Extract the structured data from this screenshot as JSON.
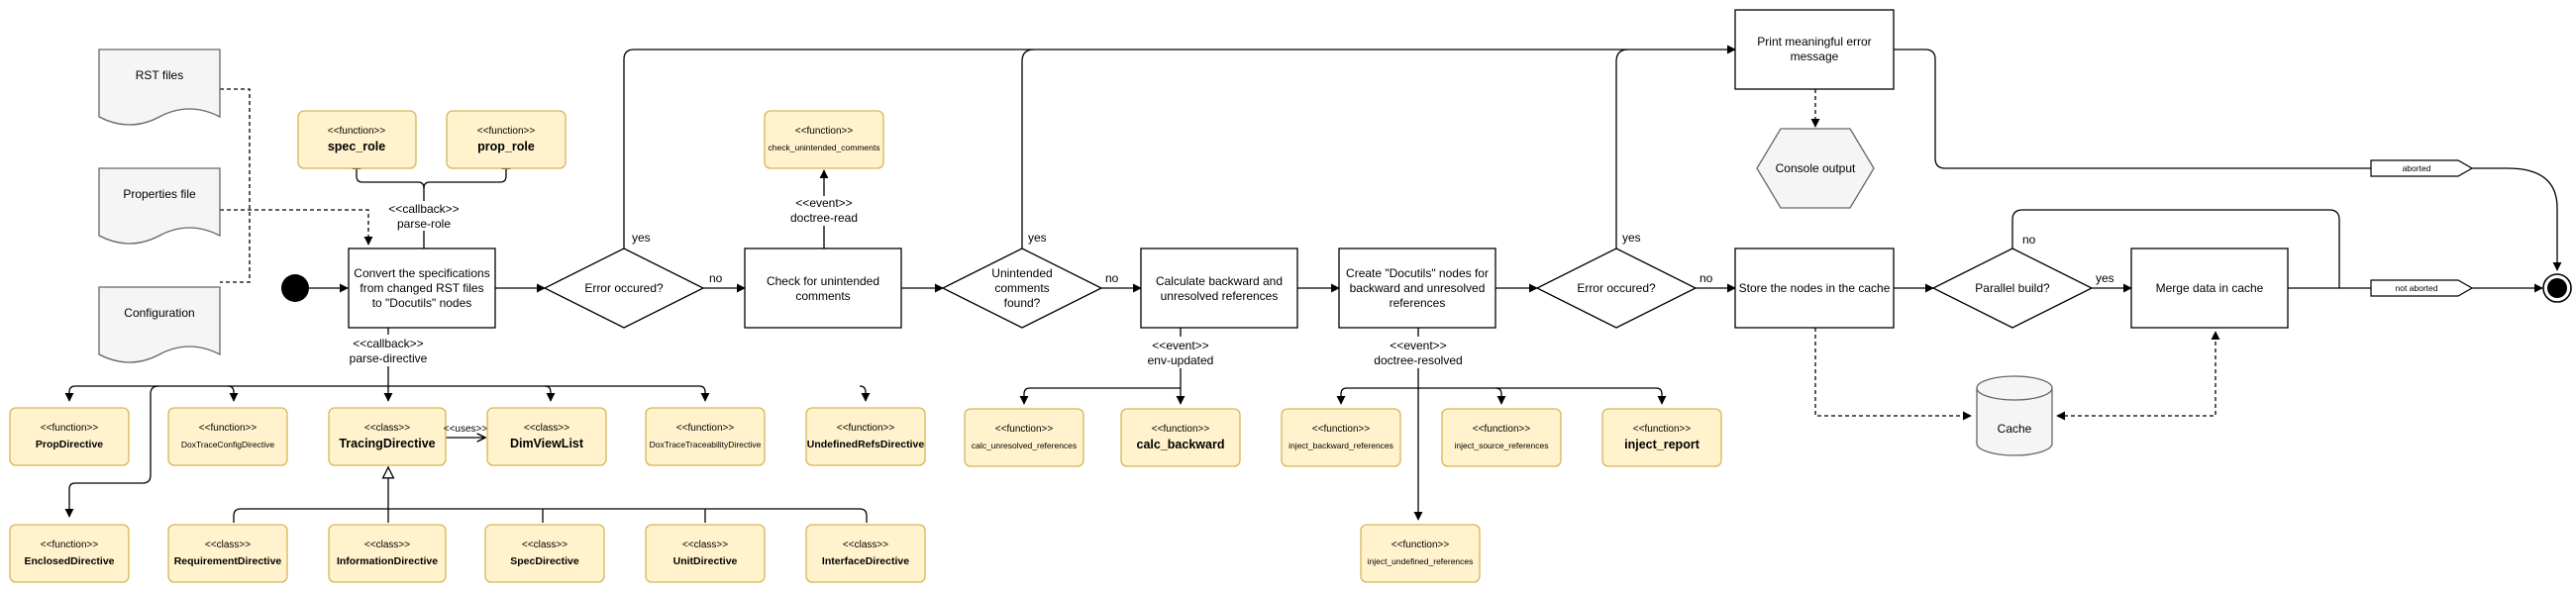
{
  "inputs": {
    "rst_files": "RST files",
    "properties_file": "Properties file",
    "configuration": "Configuration"
  },
  "roles": {
    "spec_role": {
      "stereo": "<<function>>",
      "name": "spec_role"
    },
    "prop_role": {
      "stereo": "<<function>>",
      "name": "prop_role"
    },
    "callback_stereo": "<<callback>>",
    "callback_name": "parse-role"
  },
  "steps": {
    "convert": [
      "Convert the specifications",
      "from changed RST files",
      "to \"Docutils\" nodes"
    ],
    "error1": "Error occured?",
    "check": [
      "Check for unintended",
      "comments"
    ],
    "unintended": [
      "Unintended",
      "comments",
      "found?"
    ],
    "calc": [
      "Calculate backward and",
      "unresolved references"
    ],
    "create": [
      "Create \"Docutils\" nodes for",
      "backward and unresolved",
      "references"
    ],
    "error2": "Error occured?",
    "store": "Store the nodes in the cache",
    "parallel": "Parallel build?",
    "merge": "Merge data in cache",
    "print_error": [
      "Print meaningful error",
      "message"
    ],
    "console": "Console output",
    "cache": "Cache",
    "aborted": "aborted",
    "not_aborted": "not aborted"
  },
  "edges": {
    "yes": "yes",
    "no": "no"
  },
  "events": {
    "parse_directive": {
      "stereo": "<<callback>>",
      "name": "parse-directive"
    },
    "doctree_read": {
      "stereo": "<<event>>",
      "name": "doctree-read"
    },
    "env_updated": {
      "stereo": "<<event>>",
      "name": "env-updated"
    },
    "doctree_resolved": {
      "stereo": "<<event>>",
      "name": "doctree-resolved"
    }
  },
  "check_fn": {
    "stereo": "<<function>>",
    "name": "check_unintended_comments"
  },
  "directives": {
    "prop": {
      "stereo": "<<function>>",
      "name": "PropDirective"
    },
    "doxconfig": {
      "stereo": "<<function>>",
      "name": "DoxTraceConfigDirective"
    },
    "tracing": {
      "stereo": "<<class>>",
      "name": "TracingDirective"
    },
    "uses": "<<uses>>",
    "dimview": {
      "stereo": "<<class>>",
      "name": "DimViewList"
    },
    "doxtrace": {
      "stereo": "<<function>>",
      "name": "DoxTraceTraceabilityDirective"
    },
    "undefined": {
      "stereo": "<<function>>",
      "name": "UndefinedRefsDirective"
    },
    "enclosed": {
      "stereo": "<<function>>",
      "name": "EnclosedDirective"
    },
    "requirement": {
      "stereo": "<<class>>",
      "name": "RequirementDirective"
    },
    "information": {
      "stereo": "<<class>>",
      "name": "InformationDirective"
    },
    "spec": {
      "stereo": "<<class>>",
      "name": "SpecDirective"
    },
    "unit": {
      "stereo": "<<class>>",
      "name": "UnitDirective"
    },
    "interface": {
      "stereo": "<<class>>",
      "name": "InterfaceDirective"
    }
  },
  "env_fns": {
    "calc_unresolved": {
      "stereo": "<<function>>",
      "name": "calc_unresolved_references"
    },
    "calc_backward": {
      "stereo": "<<function>>",
      "name": "calc_backward"
    }
  },
  "resolved_fns": {
    "inject_backward": {
      "stereo": "<<function>>",
      "name": "inject_backward_references"
    },
    "inject_source": {
      "stereo": "<<function>>",
      "name": "inject_source_references"
    },
    "inject_report": {
      "stereo": "<<function>>",
      "name": "inject_report"
    },
    "inject_undefined": {
      "stereo": "<<function>>",
      "name": "inject_undefined_references"
    }
  }
}
